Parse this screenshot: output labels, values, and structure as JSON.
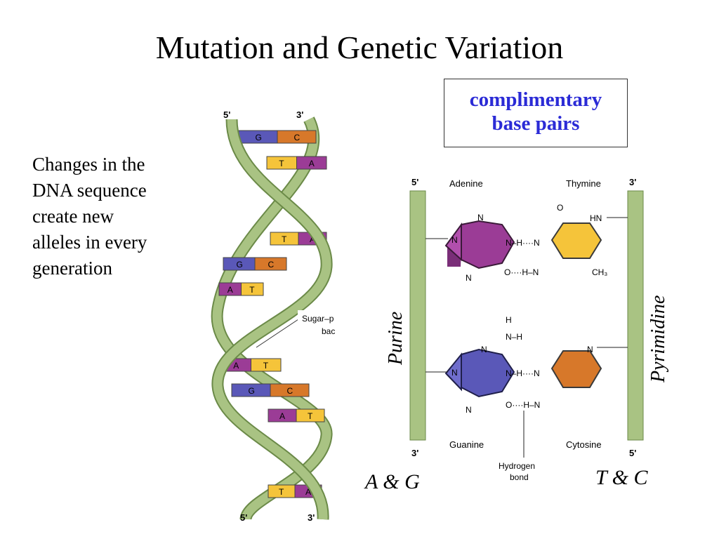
{
  "title": "Mutation and Genetic Variation",
  "body_text": [
    "Changes in the",
    "DNA sequence",
    "create new",
    "alleles in every",
    "generation"
  ],
  "callout": {
    "line1": "complimentary",
    "line2": "base pairs"
  },
  "helix": {
    "top_left": "5'",
    "top_right": "3'",
    "bottom_left": "5'",
    "bottom_right": "3'",
    "backbone_label_1": "Sugar–p",
    "backbone_label_2": "bac",
    "rungs": [
      {
        "left": "G",
        "right": "C"
      },
      {
        "left": "T",
        "right": "A"
      },
      {
        "left": "T",
        "right": "A"
      },
      {
        "left": "G",
        "right": "C"
      },
      {
        "left": "A",
        "right": "T"
      },
      {
        "left": "A",
        "right": "T"
      },
      {
        "left": "G",
        "right": "C"
      },
      {
        "left": "A",
        "right": "T"
      },
      {
        "left": "T",
        "right": "A"
      }
    ]
  },
  "pairs": {
    "strand_top_left": "5'",
    "strand_top_right": "3'",
    "strand_bottom_left": "3'",
    "strand_bottom_right": "5'",
    "adenine": "Adenine",
    "thymine": "Thymine",
    "guanine": "Guanine",
    "cytosine": "Cytosine",
    "hydrogen_bond": [
      "Hydrogen",
      "bond"
    ],
    "purine": "Purine",
    "pyrimidine": "Pyrimidine",
    "ag": "A & G",
    "tc": "T & C",
    "atoms": {
      "N": "N",
      "H": "H",
      "O": "O",
      "HN": "HN",
      "CH3": "CH₃",
      "NH": "N–H",
      "NHdots": "N–H····N",
      "OHN": "O····H–N"
    }
  },
  "colors": {
    "callout_text": "#2b2bd6",
    "backbone": "#97b36f",
    "adenine": "#9b3c96",
    "thymine": "#f5c43a",
    "guanine": "#5a58b8",
    "cytosine": "#d7782a"
  }
}
